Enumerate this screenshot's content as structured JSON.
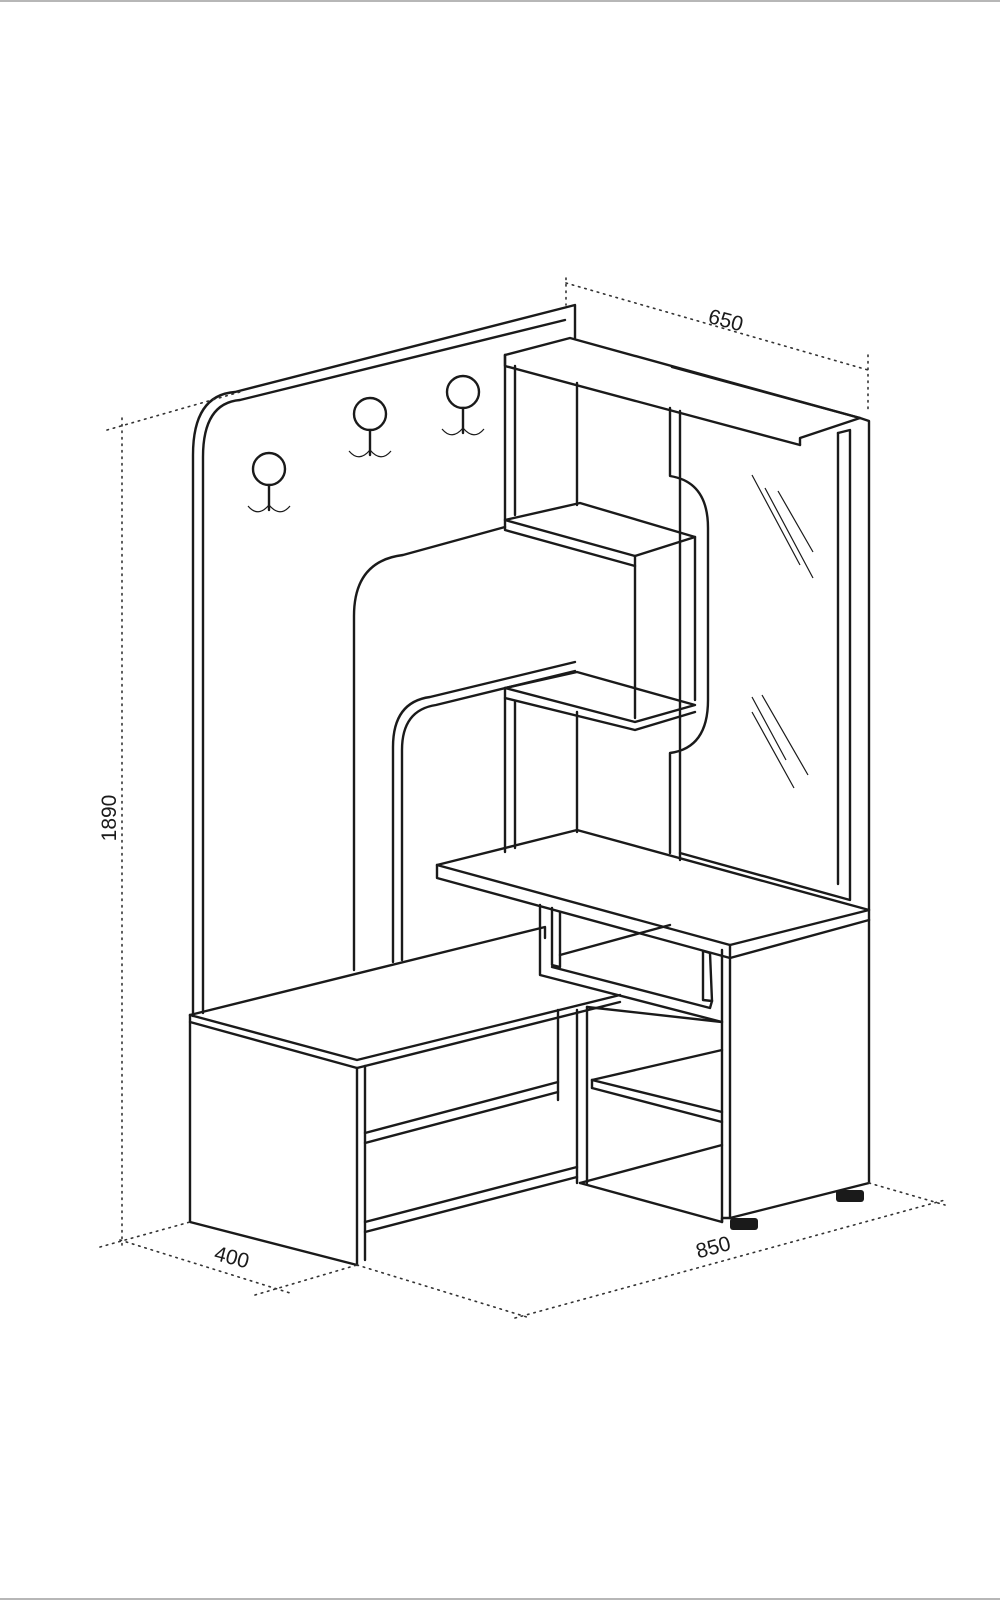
{
  "dimensions": {
    "width_top": "650",
    "height": "1890",
    "depth": "400",
    "width_bottom": "850"
  }
}
